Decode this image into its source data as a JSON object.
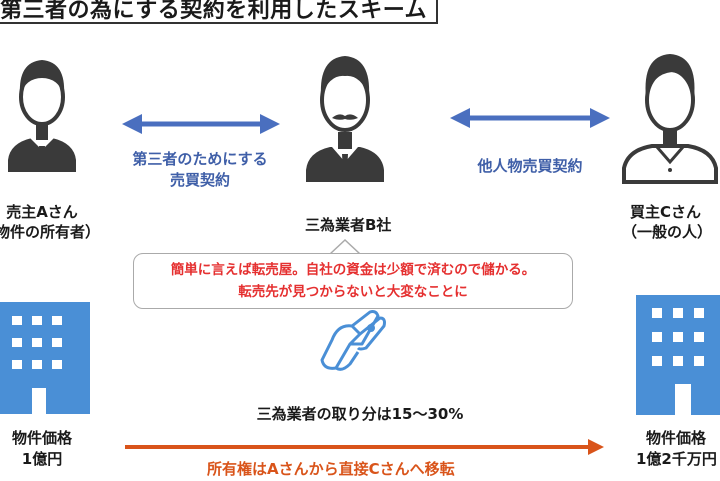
{
  "title": "第三者の為にする契約を利用したスキーム",
  "seller": {
    "name": "売主Aさん",
    "role": "（物件の所有者）"
  },
  "middle": {
    "name": "三為業者B社"
  },
  "buyer": {
    "name": "買主Cさん",
    "role": "（一般の人）"
  },
  "left_contract": {
    "line1": "第三者のためにする",
    "line2": "売買契約"
  },
  "right_contract": "他人物売買契約",
  "note": {
    "line1": "簡単に言えば転売屋。自社の資金は少額で済むので儲かる。",
    "line2": "転売先が見つからないと大変なことに"
  },
  "share_text": "三為業者の取り分は15〜30%",
  "left_property": {
    "label": "物件価格",
    "price": "1億円"
  },
  "right_property": {
    "label": "物件価格",
    "price": "1億2千万円"
  },
  "transfer_text": "所有権はAさんから直接Cさんへ移転",
  "colors": {
    "blue": "#4a6fbf",
    "building": "#4a8fd6",
    "orange": "#d9541a",
    "red": "#e53030",
    "person": "#3a3a3a"
  }
}
